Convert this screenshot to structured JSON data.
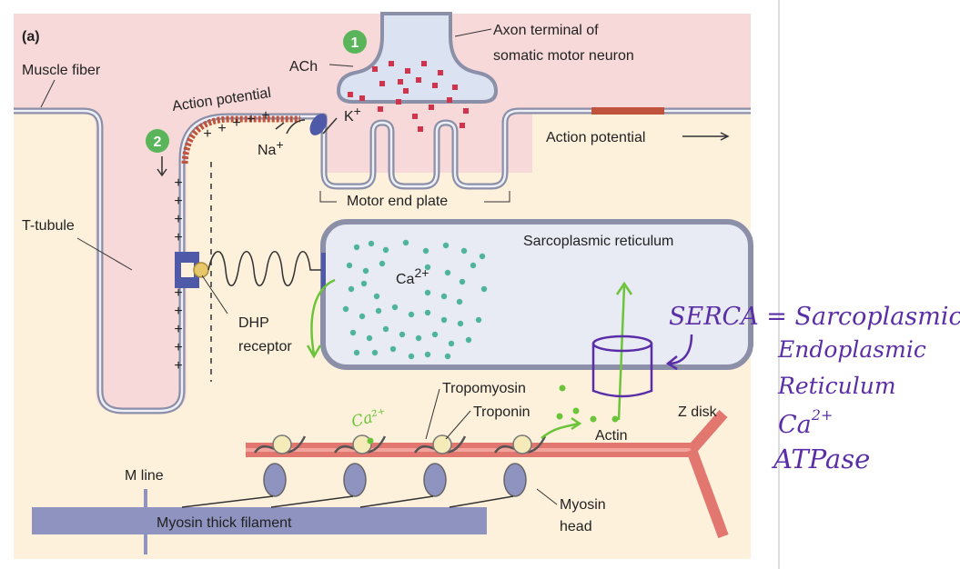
{
  "figure": {
    "panel_label": "(a)",
    "step_1": "1",
    "step_2": "2",
    "labels": {
      "axon_terminal_line1": "Axon terminal of",
      "axon_terminal_line2": "somatic motor neuron",
      "ach": "ACh",
      "muscle_fiber": "Muscle fiber",
      "action_potential_left": "Action potential",
      "k_ion": "K",
      "k_sup": "+",
      "na_ion": "Na",
      "na_sup": "+",
      "action_potential_right": "Action potential",
      "motor_end_plate": "Motor end plate",
      "t_tubule": "T-tubule",
      "sarcoplasmic_reticulum": "Sarcoplasmic reticulum",
      "ca_in_sr": "Ca",
      "ca_in_sr_sup": "2+",
      "dhp_line1": "DHP",
      "dhp_line2": "receptor",
      "tropomyosin": "Tropomyosin",
      "troponin": "Troponin",
      "actin": "Actin",
      "z_disk": "Z disk",
      "m_line": "M line",
      "myosin_thick_filament": "Myosin thick filament",
      "myosin_head_line1": "Myosin",
      "myosin_head_line2": "head"
    },
    "plus_sign": "+",
    "annotations": {
      "ca_handwritten": "Ca²⁺",
      "serca_line1": "SERCA = Sarcoplasmic",
      "serca_line2": "Endoplasmic",
      "serca_line3": "Reticulum",
      "serca_line4": "Ca",
      "serca_line4_sup": "2+",
      "serca_line5": "ATPase"
    },
    "colors": {
      "cytoplasm": "#fdf1dc",
      "extracellular": "#f7d9d9",
      "membrane": "#8b8fa8",
      "sr_fill": "#e8eaf4",
      "ca_dot": "#4fb59a",
      "ach_dot": "#d2334a",
      "actin": "#e2776f",
      "myosin": "#8f93c0",
      "annotation_purple": "#5a2ea6",
      "annotation_green": "#6cc43a",
      "step_badge": "#5ab55a"
    }
  }
}
